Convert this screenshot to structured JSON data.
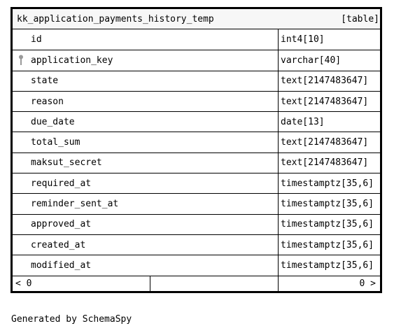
{
  "table": {
    "name": "kk_application_payments_history_temp",
    "kind": "[table]",
    "columns": [
      {
        "name": "id",
        "type": "int4[10]",
        "key": false
      },
      {
        "name": "application_key",
        "type": "varchar[40]",
        "key": true
      },
      {
        "name": "state",
        "type": "text[2147483647]",
        "key": false
      },
      {
        "name": "reason",
        "type": "text[2147483647]",
        "key": false
      },
      {
        "name": "due_date",
        "type": "date[13]",
        "key": false
      },
      {
        "name": "total_sum",
        "type": "text[2147483647]",
        "key": false
      },
      {
        "name": "maksut_secret",
        "type": "text[2147483647]",
        "key": false
      },
      {
        "name": "required_at",
        "type": "timestamptz[35,6]",
        "key": false
      },
      {
        "name": "reminder_sent_at",
        "type": "timestamptz[35,6]",
        "key": false
      },
      {
        "name": "approved_at",
        "type": "timestamptz[35,6]",
        "key": false
      },
      {
        "name": "created_at",
        "type": "timestamptz[35,6]",
        "key": false
      },
      {
        "name": "modified_at",
        "type": "timestamptz[35,6]",
        "key": false
      }
    ],
    "footer": {
      "parents": "< 0",
      "children": "0 >"
    }
  },
  "generated_by": "Generated by SchemaSpy",
  "icons": {
    "key_icon": "key-icon"
  },
  "colors": {
    "border": "#000000",
    "header_bg": "#f7f7f7",
    "key_icon": "#9a9a9a"
  }
}
